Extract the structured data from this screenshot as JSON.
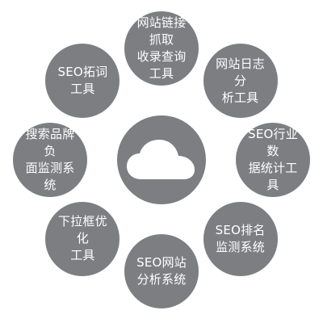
{
  "colors": {
    "node": "#7c7e82",
    "center": "#7c7e82",
    "cloud": "#ffffff",
    "background": "#ffffff"
  },
  "center": {
    "icon": "cloud-icon"
  },
  "nodes": [
    {
      "id": "link-crawl",
      "label": "网站链接抓取\n收录查询工具"
    },
    {
      "id": "log-analysis",
      "label": "网站日志分\n析工具"
    },
    {
      "id": "industry-data",
      "label": "SEO行业数\n据统计工具"
    },
    {
      "id": "ranking-monitor",
      "label": "SEO排名\n监测系统"
    },
    {
      "id": "site-analysis",
      "label": "SEO网站\n分析系统"
    },
    {
      "id": "dropdown-optimize",
      "label": "下拉框优化\n工具"
    },
    {
      "id": "brand-monitor",
      "label": "搜索品牌负\n面监测系统"
    },
    {
      "id": "keyword-expand",
      "label": "SEO拓词\n工具"
    }
  ]
}
